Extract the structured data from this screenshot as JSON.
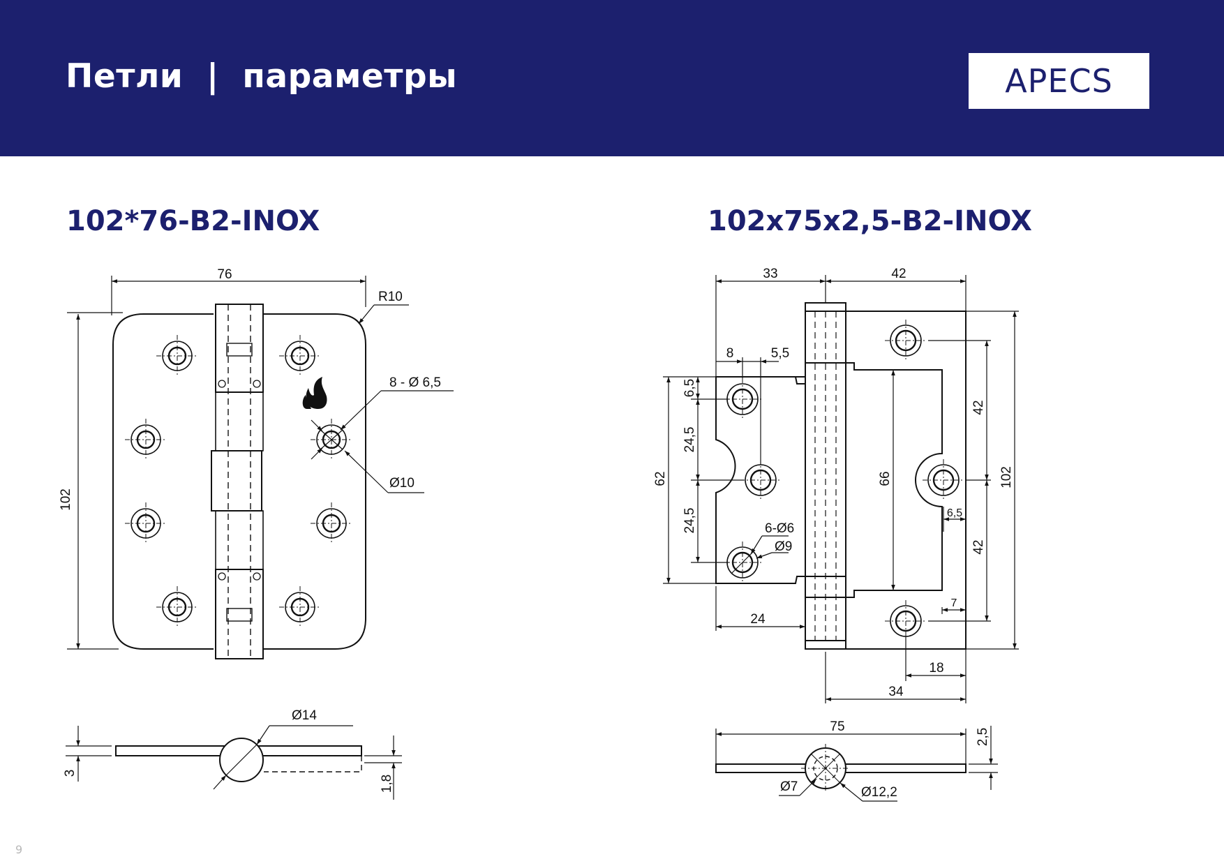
{
  "header": {
    "title": "Петли  |  параметры",
    "logo": "APECS",
    "background_color": "#1c206e"
  },
  "hinge_left": {
    "model": "102*76-B2-INOX",
    "dimensions": {
      "width": "76",
      "height": "102",
      "radius": "R10",
      "holes": "8 - Ø 6,5",
      "countersink": "Ø10",
      "knuckle": "Ø14",
      "plate": "3",
      "gap": "1,8"
    },
    "fire_icon": "fire-icon"
  },
  "hinge_right": {
    "model": "102x75x2,5-B2-INOX",
    "dimensions": {
      "d33": "33",
      "d42_top": "42",
      "d8": "8",
      "d5_5": "5,5",
      "d6_5_v": "6,5",
      "d24_5_a": "24,5",
      "d24_5_b": "24,5",
      "d62": "62",
      "d66": "66",
      "d42_a": "42",
      "d42_b": "42",
      "d102": "102",
      "d6_5_h": "6,5",
      "holes": "6-Ø6",
      "countersink": "Ø9",
      "d7": "7",
      "d24": "24",
      "d18": "18",
      "d34": "34",
      "d75": "75",
      "d2_5": "2,5",
      "pin": "Ø7",
      "knuckle": "Ø12,2"
    }
  },
  "footer": {
    "page_number": "9"
  }
}
